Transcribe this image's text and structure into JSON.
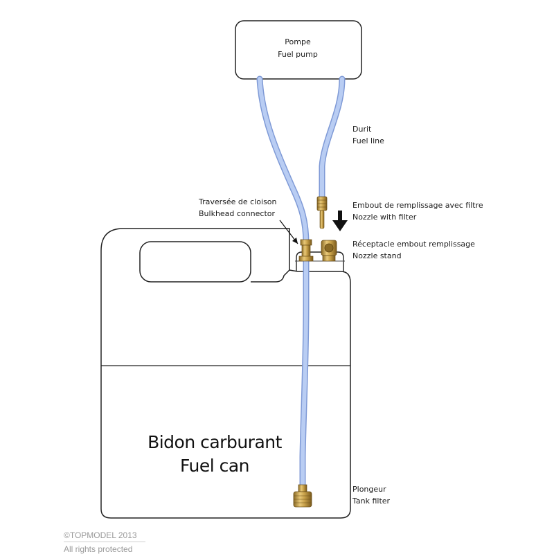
{
  "labels": {
    "pump": {
      "fr": "Pompe",
      "en": "Fuel pump"
    },
    "fuel_line": {
      "fr": "Durit",
      "en": "Fuel line"
    },
    "bulkhead": {
      "fr": "Traversée de cloison",
      "en": "Bulkhead connector"
    },
    "nozzle_filter": {
      "fr": "Embout de remplissage avec filtre",
      "en": "Nozzle with filter"
    },
    "nozzle_stand": {
      "fr": "Réceptacle embout remplissage",
      "en": "Nozzle stand"
    },
    "fuel_can": {
      "fr": "Bidon carburant",
      "en": "Fuel can"
    },
    "tank_filter": {
      "fr": "Plongeur",
      "en": "Tank filter"
    }
  },
  "copyright": {
    "line1": "©TOPMODEL 2013",
    "line2": "All rights protected"
  },
  "colors": {
    "tube": "#a9c2ef",
    "tube_edge": "#7f9ad6",
    "brass": "#c9a24a",
    "outline": "#222222",
    "copyright": "#9a9a9a"
  }
}
